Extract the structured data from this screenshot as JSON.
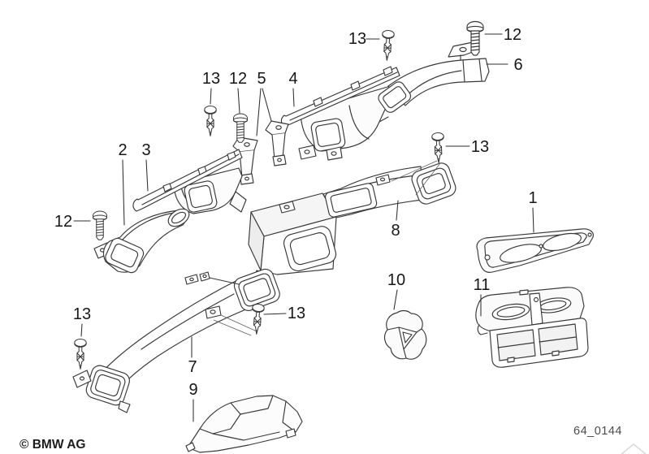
{
  "diagram": {
    "ink_color": "#383838",
    "background": "#ffffff",
    "callouts": [
      {
        "label": "13"
      },
      {
        "label": "12"
      },
      {
        "label": "5"
      },
      {
        "label": "4"
      },
      {
        "label": "13"
      },
      {
        "label": "12"
      },
      {
        "label": "6"
      },
      {
        "label": "2"
      },
      {
        "label": "3"
      },
      {
        "label": "12"
      },
      {
        "label": "13"
      },
      {
        "label": "1"
      },
      {
        "label": "8"
      },
      {
        "label": "10"
      },
      {
        "label": "11"
      },
      {
        "label": "13"
      },
      {
        "label": "13"
      },
      {
        "label": "7"
      },
      {
        "label": "9"
      }
    ],
    "footer": {
      "copyright": "© BMW AG",
      "code": "64_0144"
    }
  }
}
